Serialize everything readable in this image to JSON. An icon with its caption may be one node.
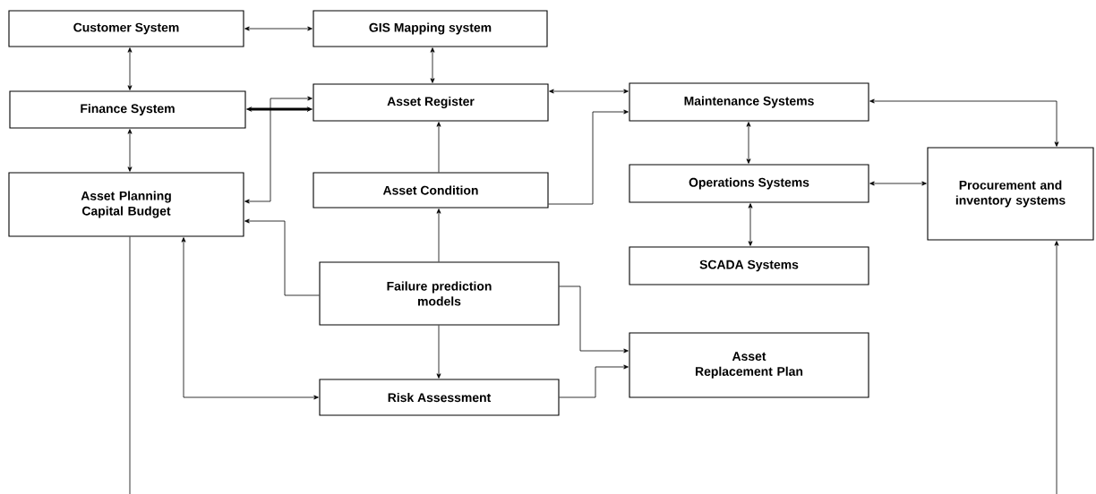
{
  "diagram": {
    "nodes": [
      {
        "text": [
          "Customer System"
        ]
      },
      {
        "text": [
          "GIS Mapping system"
        ]
      },
      {
        "text": [
          "Finance System"
        ]
      },
      {
        "text": [
          "Asset Register"
        ]
      },
      {
        "text": [
          "Maintenance Systems"
        ]
      },
      {
        "text": [
          "Asset Planning Capital Budget"
        ]
      },
      {
        "text": [
          "Asset Condition"
        ]
      },
      {
        "text": [
          "Operations Systems"
        ]
      },
      {
        "text": [
          "Procurement and inventory systems"
        ]
      },
      {
        "text": [
          "SCADA Systems"
        ]
      },
      {
        "text": [
          "Failure prediction models"
        ]
      },
      {
        "text": [
          "Asset Replacement Plan"
        ]
      },
      {
        "text": [
          "Risk Assessment"
        ]
      }
    ],
    "edges": [
      {
        "from": 0,
        "to": 1,
        "arrow": "both"
      },
      {
        "from": 0,
        "to": 2,
        "arrow": "both"
      },
      {
        "from": 1,
        "to": 3,
        "arrow": "both"
      },
      {
        "from": 2,
        "to": 3,
        "arrow": "both",
        "style": "thick"
      },
      {
        "from": 2,
        "to": 5,
        "arrow": "both"
      },
      {
        "from": 3,
        "to": 5,
        "arrow": "both"
      },
      {
        "from": 3,
        "to": 4,
        "arrow": "both"
      },
      {
        "from": 6,
        "to": 3,
        "arrow": "to"
      },
      {
        "from": 6,
        "to": 4,
        "arrow": "to"
      },
      {
        "from": 4,
        "to": 7,
        "arrow": "both"
      },
      {
        "from": 4,
        "to": 8,
        "arrow": "both"
      },
      {
        "from": 7,
        "to": 8,
        "arrow": "both"
      },
      {
        "from": 7,
        "to": 9,
        "arrow": "both"
      },
      {
        "from": 10,
        "to": 6,
        "arrow": "to"
      },
      {
        "from": 10,
        "to": 5,
        "arrow": "to"
      },
      {
        "from": 10,
        "to": 11,
        "arrow": "to"
      },
      {
        "from": 10,
        "to": 12,
        "arrow": "to"
      },
      {
        "from": 12,
        "to": 5,
        "arrow": "both"
      },
      {
        "from": 12,
        "to": 11,
        "arrow": "to"
      },
      {
        "from": 5,
        "to": null,
        "arrow": "none"
      },
      {
        "from": null,
        "to": 8,
        "arrow": "to"
      }
    ]
  }
}
